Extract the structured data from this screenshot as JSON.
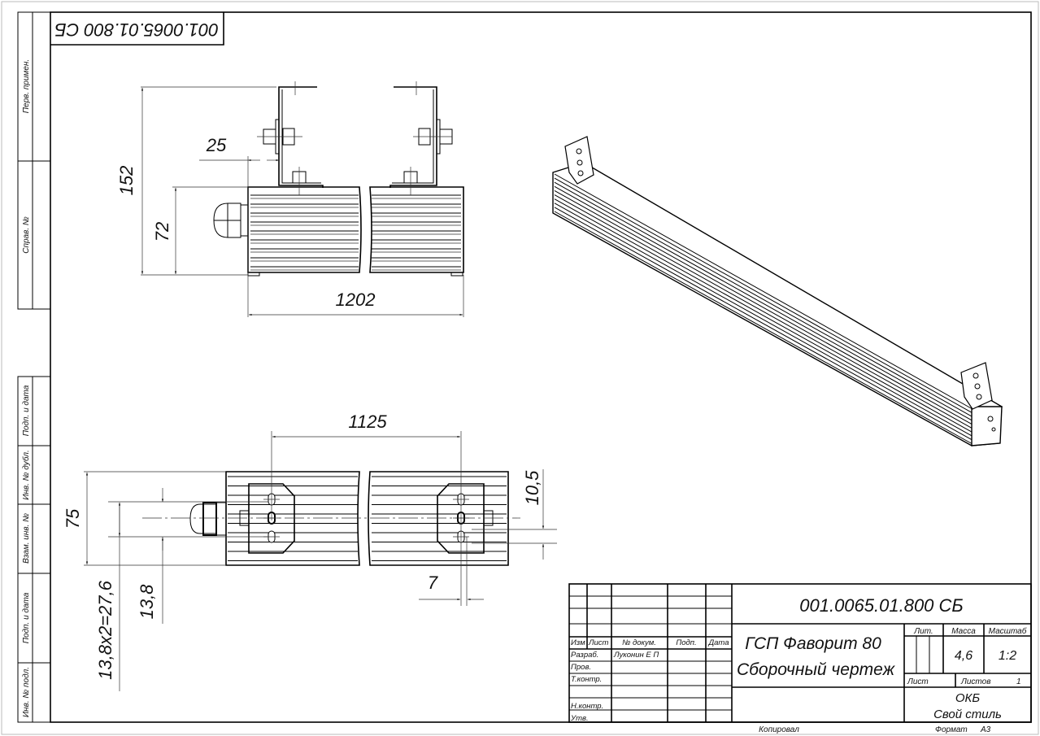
{
  "sheet": {
    "designation": "001.0065.01.800 СБ",
    "stamp_rotated": "001.0065.01.800 СБ",
    "title_line1": "ГСП Фаворит 80",
    "title_line2": "Сборочный чертеж",
    "organization_line1": "ОКБ",
    "organization_line2": "Свой стиль",
    "mass": "4,6",
    "scale": "1:2",
    "sheets_total": "1",
    "copied_label": "Копировал",
    "format_label": "Формат",
    "format_value": "А3"
  },
  "title_block_headers": {
    "izm": "Изм",
    "list": "Лист",
    "doc_no": "№ докум.",
    "sign": "Подп.",
    "date": "Дата",
    "lit": "Лит.",
    "mass": "Масса",
    "scale": "Масштаб",
    "sheet": "Лист",
    "sheets": "Листов"
  },
  "roles": [
    {
      "role": "Разраб.",
      "name": "Луконин Е П"
    },
    {
      "role": "Пров.",
      "name": ""
    },
    {
      "role": "Т.контр.",
      "name": ""
    },
    {
      "role": "Н.контр.",
      "name": ""
    },
    {
      "role": "Утв.",
      "name": ""
    }
  ],
  "side_strip": [
    "Перв. примен.",
    "Справ. №",
    "Подп. и дата",
    "Инв. № дубл.",
    "Взам. инв. №",
    "Подп. и дата",
    "Инв. № подл."
  ],
  "dimensions": {
    "front_height_total": "152",
    "front_body_height": "72",
    "bracket_offset": "25",
    "length_total": "1202",
    "bracket_spacing": "1125",
    "width": "75",
    "slot_span": "13,8x2=27,6",
    "slot_pitch": "13,8",
    "slot_offset": "10,5",
    "slot_width": "7"
  }
}
